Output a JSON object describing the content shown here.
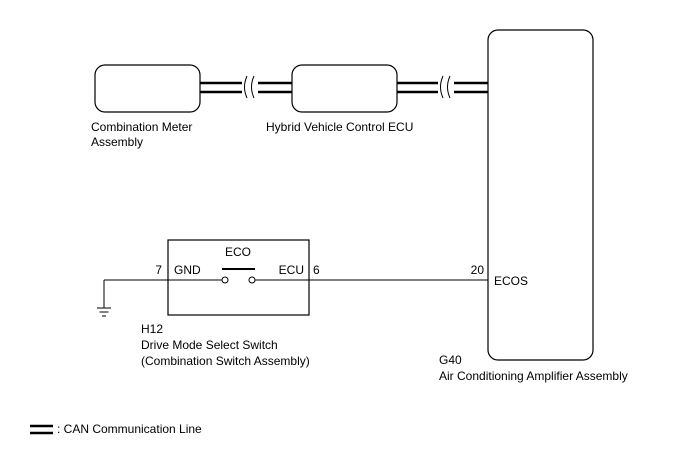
{
  "components": {
    "meter": {
      "label_line1": "Combination Meter",
      "label_line2": "Assembly"
    },
    "hv_ecu": {
      "label": "Hybrid Vehicle Control ECU"
    },
    "amplifier": {
      "code": "G40",
      "label": "Air Conditioning Amplifier Assembly",
      "pin_number": "20",
      "pin_name": "ECOS"
    },
    "switch": {
      "code": "H12",
      "label_line1": "Drive Mode Select Switch",
      "label_line2": "(Combination Switch Assembly)",
      "contact_label": "ECO",
      "pin_left_number": "7",
      "pin_left_name": "GND",
      "pin_right_number": "6",
      "pin_right_name": "ECU"
    }
  },
  "legend": {
    "text": ": CAN Communication Line"
  }
}
